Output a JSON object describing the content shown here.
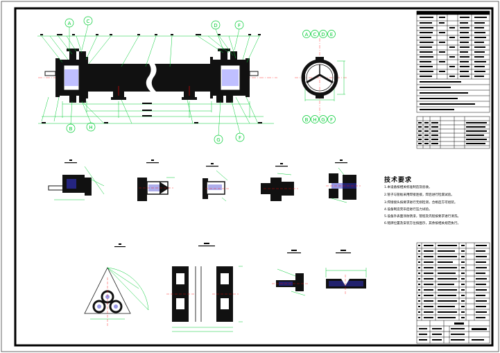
{
  "drawing": {
    "circle_labels_top": [
      "A",
      "C",
      "D",
      "F"
    ],
    "circle_labels_bottom": [
      "B",
      "H",
      "G",
      "F"
    ],
    "section_labels_top": [
      "A",
      "C",
      "D",
      "E"
    ],
    "section_labels_bottom": [
      "B",
      "H",
      "G",
      "F"
    ]
  },
  "notes": {
    "title": "技术要求",
    "lines": [
      "1.本设备按相关标准制造及验收。",
      "2.管子与管板采用焊接连接，焊后进行检漏试验。",
      "3.焊接接头按要求进行无损检测，合格后方可组装。",
      "4.设备制造完毕后进行压力试验。",
      "5.设备外表面涂防锈漆，管程及壳程按要求进行清洗。",
      "6.铭牌位置及安装方位按图示，其余按相关规范执行。"
    ]
  },
  "colors": {
    "border": "#000000",
    "leader": "#00cc33",
    "centerline": "#ff0000",
    "hatch": "#3333cc"
  }
}
